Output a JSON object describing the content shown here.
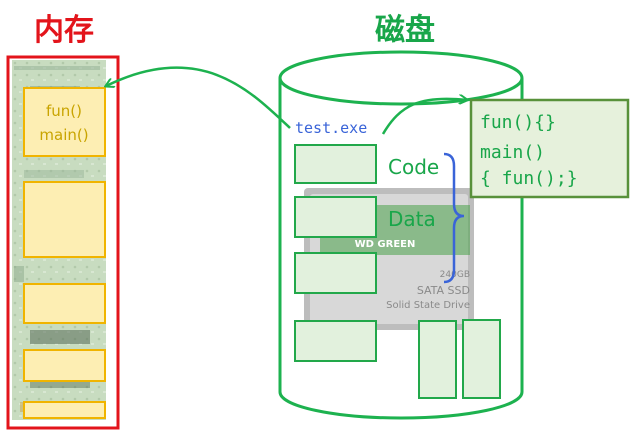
{
  "memory": {
    "title": "内存",
    "first_block_lines": [
      "fun()",
      "main()"
    ],
    "colors": {
      "border": "#e3141b",
      "block_fill": "#fdeeb3",
      "block_border": "#f0b400",
      "text": "#c9a400"
    }
  },
  "disk": {
    "title": "磁盘",
    "file_name": "test.exe",
    "code_label": "Code",
    "data_label": "Data",
    "ssd": {
      "brand": "WD GREEN",
      "capacity": "240GB",
      "type_line1": "SATA SSD",
      "type_line2": "Solid State Drive"
    },
    "colors": {
      "outline": "#1db24f",
      "cell_fill": "#e2f1dd",
      "cell_border": "#22a84a",
      "title": "#19a64a",
      "file_name": "#3a64d8",
      "brace": "#3a64d8"
    }
  },
  "code_box": {
    "lines": [
      "fun(){}",
      "main()",
      "{ fun();}"
    ],
    "colors": {
      "fill": "#e6f1dc",
      "border": "#58913a"
    }
  }
}
